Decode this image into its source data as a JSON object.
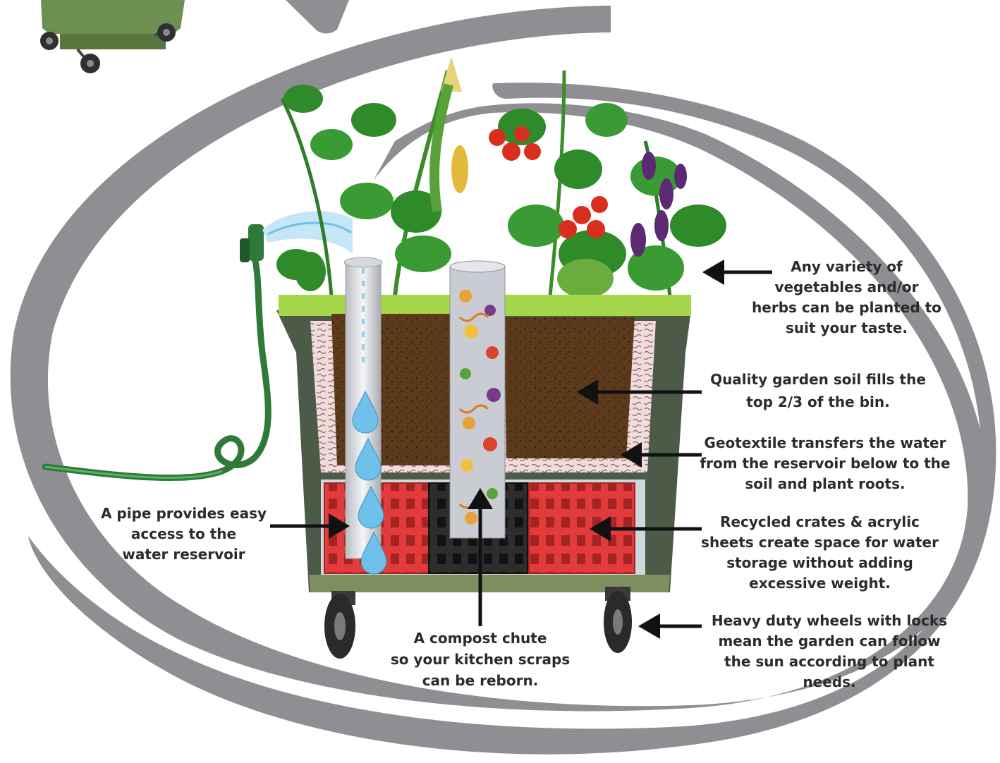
{
  "colors": {
    "swoosh": "#8f8f93",
    "soil": "#5c3a1c",
    "crate": "#e23b3b",
    "bin_green": "#6e8f52",
    "lid_lime": "#a6d64a",
    "hose": "#2f7a3a",
    "text": "#2b2b2b"
  },
  "labels": {
    "vegetables": [
      "Any variety of",
      "vegetables and/or",
      "herbs can be planted to",
      "suit your taste."
    ],
    "soil": [
      "Quality garden soil fills the",
      "top  2/3 of the bin."
    ],
    "geotextile": [
      "Geotextile transfers the water",
      "from the reservoir below to the",
      "soil and plant roots."
    ],
    "crates": [
      "Recycled crates & acrylic",
      "sheets create space for water",
      "storage without adding",
      "excessive weight."
    ],
    "wheels": [
      "Heavy duty wheels with locks",
      "mean the garden can follow",
      "the sun according to plant",
      "needs."
    ],
    "pipe": [
      "A pipe provides easy",
      "access to the",
      "water reservoir"
    ],
    "compost": [
      "A compost chute",
      "so your kitchen scraps",
      "can be reborn."
    ]
  },
  "icons": [
    "wheelie-bin-icon",
    "hose-icon",
    "plant-cluster-icon",
    "water-drop-icon",
    "compost-scraps-icon",
    "wheel-icon"
  ]
}
